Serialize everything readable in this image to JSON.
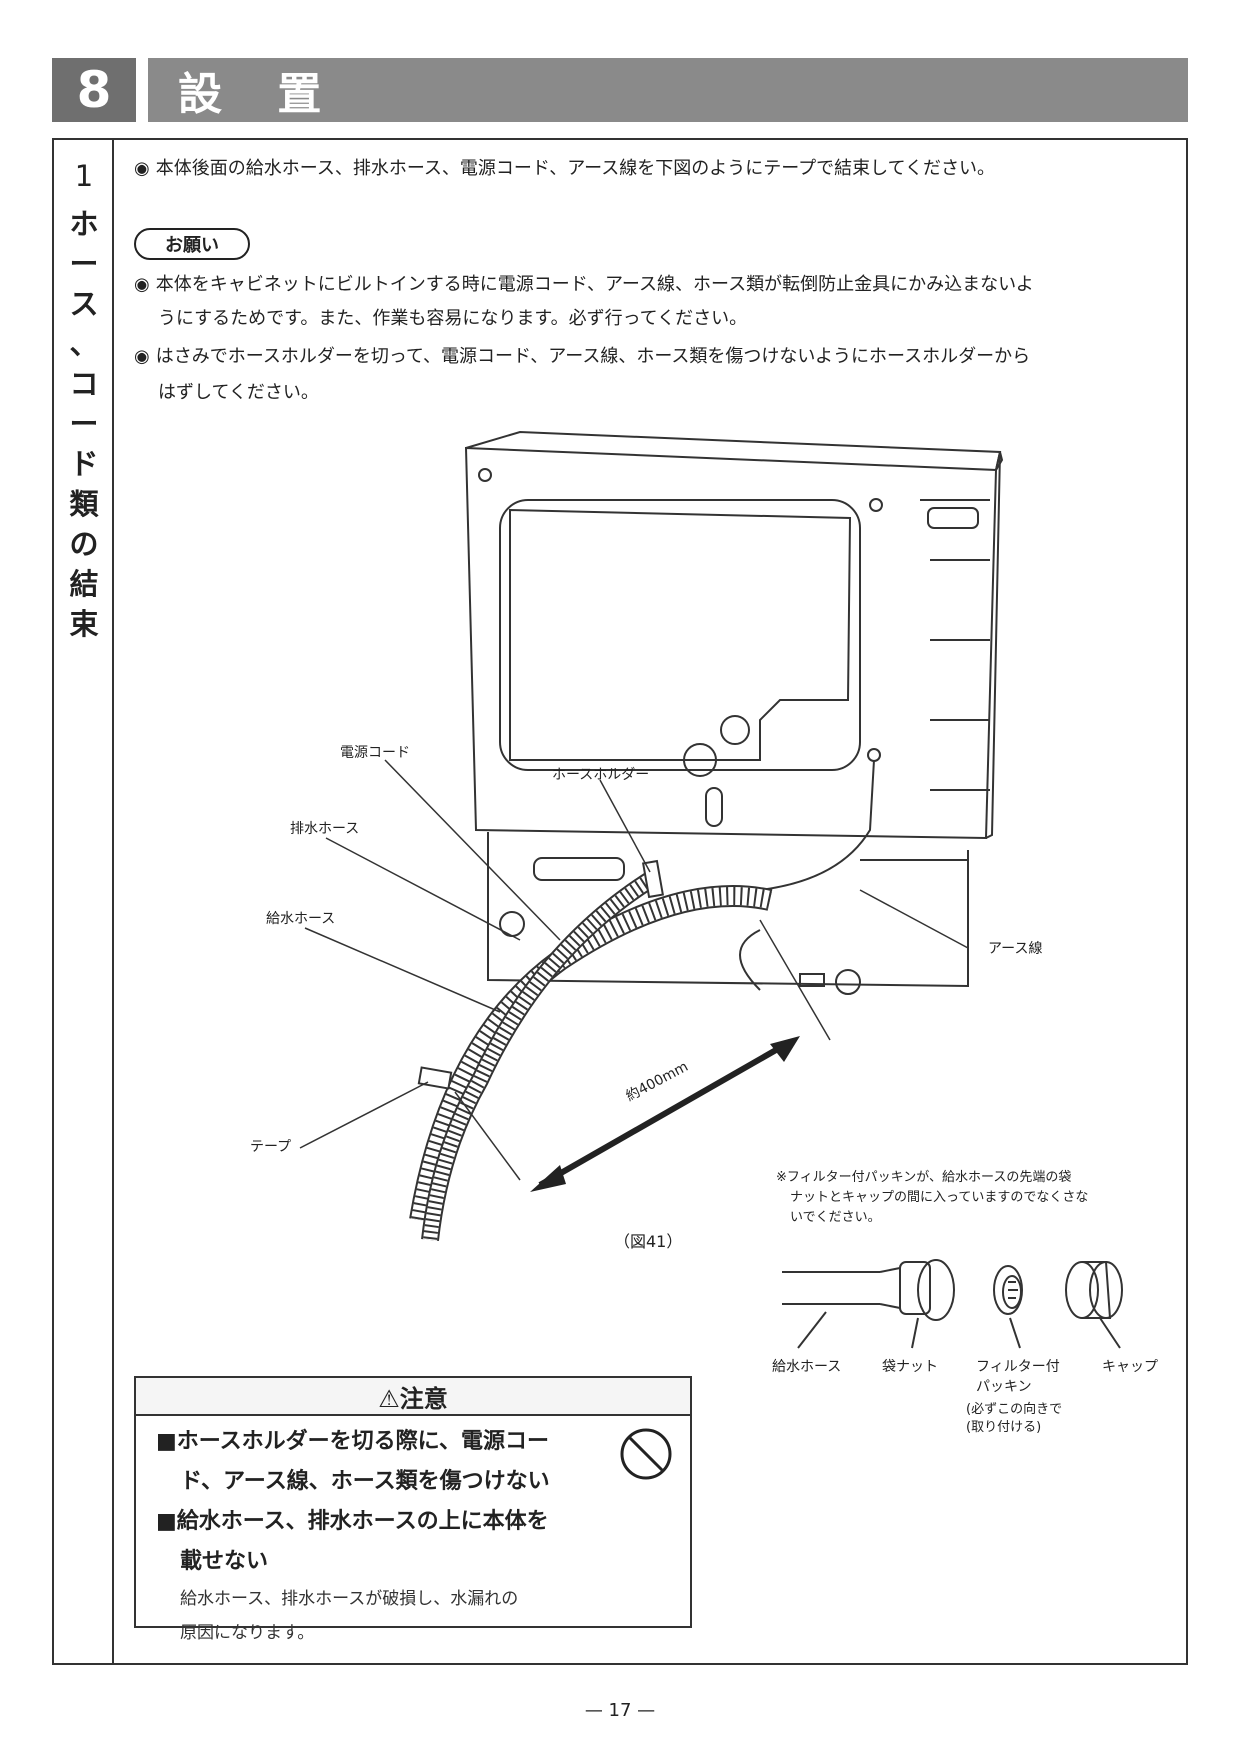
{
  "header": {
    "section_number": "8",
    "section_title": "設 置"
  },
  "side_title": {
    "number": "1",
    "chars": [
      "ホ",
      "ー",
      "ス",
      "、",
      "コ",
      "ー",
      "ド",
      "類",
      "の",
      "結",
      "束"
    ]
  },
  "intro": "本体後面の給水ホース、排水ホース、電源コード、アース線を下図のようにテープで結束してください。",
  "onegai": {
    "label": "お願い",
    "items": [
      {
        "line1": "本体をキャビネットにビルトインする時に電源コード、アース線、ホース類が転倒防止金具にかみ込まないよ",
        "line2": "うにするためです。また、作業も容易になります。必ず行ってください。"
      },
      {
        "line1": "はさみでホースホルダーを切って、電源コード、アース線、ホース類を傷つけないようにホースホルダーから",
        "line2": "はずしてください。"
      }
    ]
  },
  "figure41": {
    "labels": {
      "power_cord": "電源コード",
      "hose_holder": "ホースホルダー",
      "drain_hose": "排水ホース",
      "supply_hose": "給水ホース",
      "earth_wire": "アース線",
      "tape": "テープ",
      "distance": "約400mm"
    },
    "caption": "（図41）"
  },
  "filter_note": {
    "lines": [
      "※フィルター付パッキンが、給水ホースの先端の袋",
      "ナットとキャップの間に入っていますのでなくさな",
      "いでください。"
    ],
    "labels": {
      "supply_hose": "給水ホース",
      "bag_nut": "袋ナット",
      "filter_packing": "フィルター付",
      "filter_packing2": "パッキン",
      "direction1": "必ずこの向きで",
      "direction2": "取り付ける",
      "cap": "キャップ"
    }
  },
  "caution": {
    "title": "⚠注意",
    "items": [
      {
        "line1": "■ホースホルダーを切る際に、電源コー",
        "line2": "ド、アース線、ホース類を傷つけない"
      },
      {
        "line1": "■給水ホース、排水ホースの上に本体を",
        "line2": "載せない"
      }
    ],
    "note1": "給水ホース、排水ホースが破損し、水漏れの",
    "note2": "原因になります。"
  },
  "page_number": "— 17 —"
}
